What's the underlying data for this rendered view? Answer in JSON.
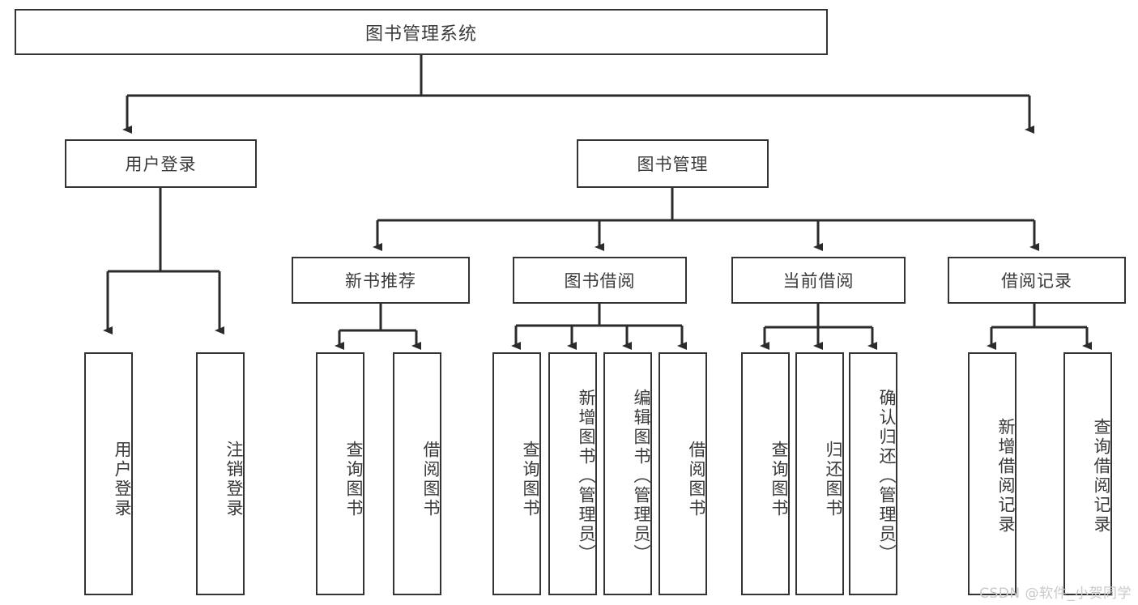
{
  "diagram": {
    "title": "图书管理系统",
    "type": "hierarchy-tree",
    "colors": {
      "background": "#ffffff",
      "box_border": "#333333",
      "box_fill": "#ffffff",
      "text": "#3a3a3a",
      "connector": "#2b2b2b",
      "watermark": "#c9c9c9"
    },
    "root": {
      "label": "图书管理系统"
    },
    "level2": [
      {
        "label": "用户登录"
      },
      {
        "label": "图书管理"
      }
    ],
    "level3": [
      {
        "label": "新书推荐"
      },
      {
        "label": "图书借阅"
      },
      {
        "label": "当前借阅"
      },
      {
        "label": "借阅记录"
      }
    ],
    "leaves": {
      "user_login": [
        {
          "label": "用户登录"
        },
        {
          "label": "注销登录"
        }
      ],
      "new_book_recommend": [
        {
          "label": "查询图书"
        },
        {
          "label": "借阅图书"
        }
      ],
      "book_borrow": [
        {
          "label": "查询图书"
        },
        {
          "label": "新增图书（管理员）"
        },
        {
          "label": "编辑图书（管理员）"
        },
        {
          "label": "借阅图书"
        }
      ],
      "current_borrow": [
        {
          "label": "查询图书"
        },
        {
          "label": "归还图书"
        },
        {
          "label": "确认归还（管理员）"
        }
      ],
      "borrow_record": [
        {
          "label": "新增借阅记录"
        },
        {
          "label": "查询借阅记录"
        }
      ]
    },
    "watermark": "CSDN @软件_小贺同学"
  }
}
